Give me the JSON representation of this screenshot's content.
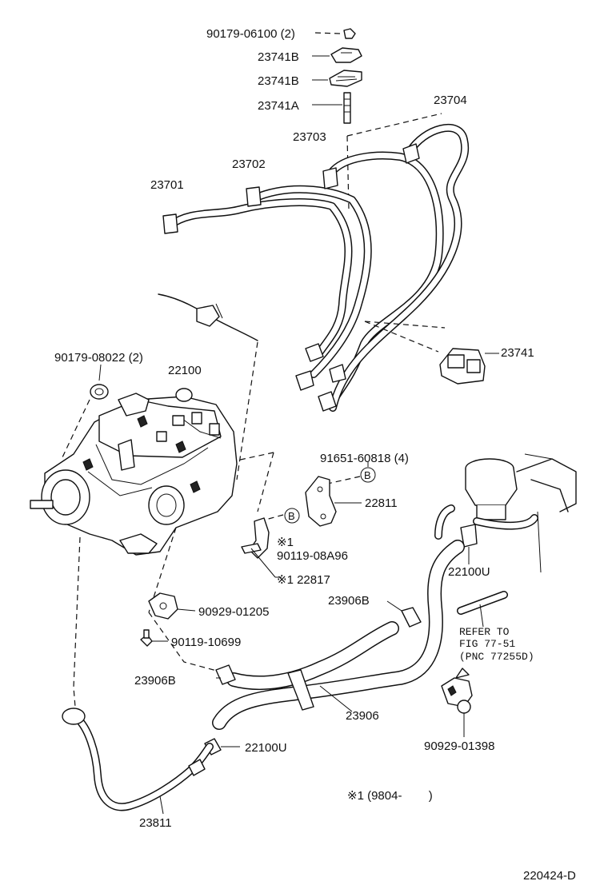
{
  "labels": {
    "nut_90179_06100": "90179-06100 (2)",
    "clamp_23741b_1": "23741B",
    "clamp_23741b_2": "23741B",
    "stud_23741a": "23741A",
    "pipe_23704": "23704",
    "pipe_23703": "23703",
    "pipe_23702": "23702",
    "pipe_23701": "23701",
    "clamp_23741": "23741",
    "nut_90179_08022": "90179-08022 (2)",
    "pump_22100": "22100",
    "bolt_91651_60818": "91651-60818 (4)",
    "ref_b_1": "B",
    "bracket_22811": "22811",
    "ref_b_2": "B",
    "note_mark_1": "※1",
    "bolt_90119_08a96": "90119-08A96",
    "bracket_22817": "※1 22817",
    "clip_23906b_1": "23906B",
    "clamp_90929_01205": "90929-01205",
    "bolt_90119_10699": "90119-10699",
    "clip_23906b_2": "23906B",
    "hose_23906": "23906",
    "valve_22100u_1": "22100U",
    "valve_22100u_2": "22100U",
    "refer_line1": "REFER TO",
    "refer_line2": "FIG 77-51",
    "refer_line3": "(PNC 77255D)",
    "clamp_90929_01398": "90929-01398",
    "pipe_23811": "23811",
    "footnote": "※1 (9804-        )",
    "figure_id": "220424-D"
  }
}
